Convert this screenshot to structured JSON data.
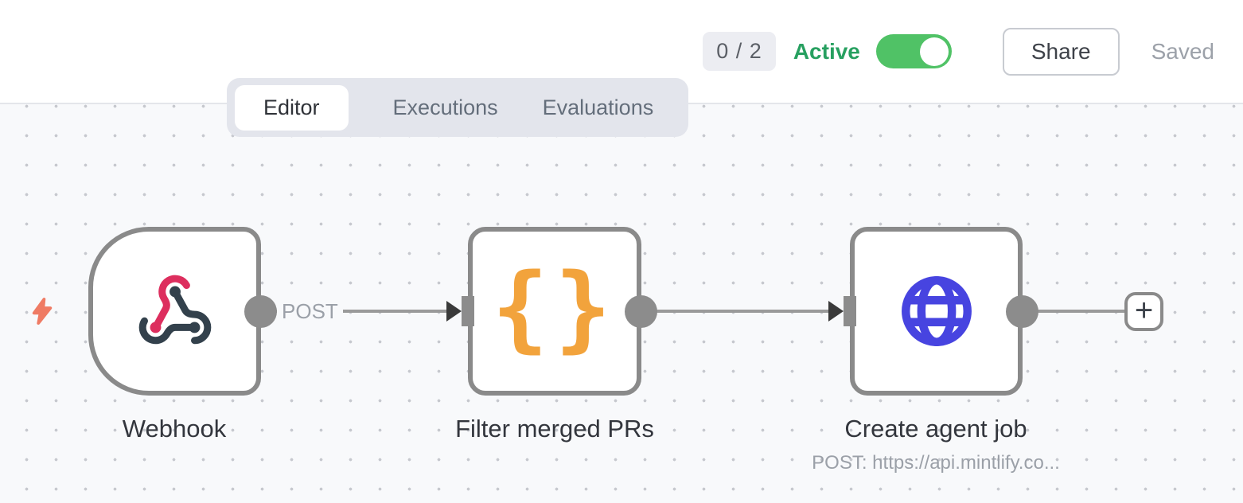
{
  "header": {
    "execution_counter": "0 / 2",
    "active_label": "Active",
    "active_state": "on",
    "share_label": "Share",
    "saved_label": "Saved"
  },
  "tabs": [
    {
      "label": "Editor",
      "active": true
    },
    {
      "label": "Executions",
      "active": false
    },
    {
      "label": "Evaluations",
      "active": false
    }
  ],
  "workflow": {
    "nodes": [
      {
        "label": "Webhook",
        "type": "webhook-trigger",
        "icon": "webhook-icon",
        "output_label": "POST"
      },
      {
        "label": "Filter merged PRs",
        "type": "code",
        "icon": "code-braces-icon",
        "icon_glyph": "{}"
      },
      {
        "label": "Create agent job",
        "type": "http-request",
        "icon": "globe-icon",
        "subtitle": "POST: https://api.mintlify.co..."
      }
    ],
    "add_node_glyph": "+"
  },
  "colors": {
    "active_green": "#27a060",
    "toggle_green": "#50c266",
    "lightning_salmon": "#ef7b64",
    "webhook_pink": "#dd2e5e",
    "webhook_dark": "#33414c",
    "code_orange": "#f2a33c",
    "globe_blue": "#4744e0",
    "node_border_gray": "#8a8a8a",
    "canvas_bg": "#f8f9fb"
  }
}
